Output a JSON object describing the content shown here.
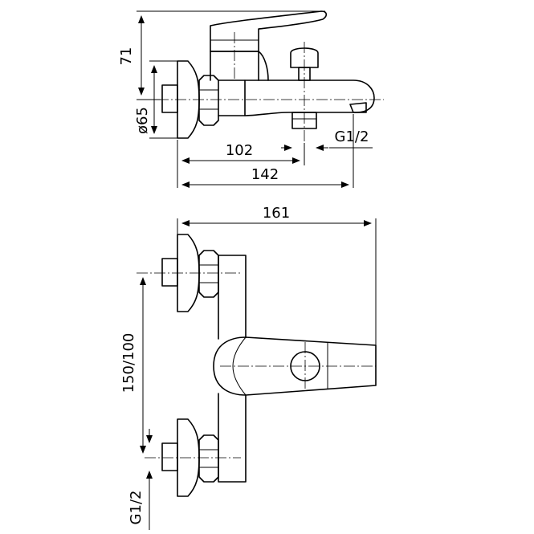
{
  "dimensions": {
    "top_height": "71",
    "diameter": "ø65",
    "thread_top": "G1/2",
    "depth_102": "102",
    "depth_142": "142",
    "width_161": "161",
    "spacing": "150/100",
    "thread_bottom": "G1/2"
  }
}
